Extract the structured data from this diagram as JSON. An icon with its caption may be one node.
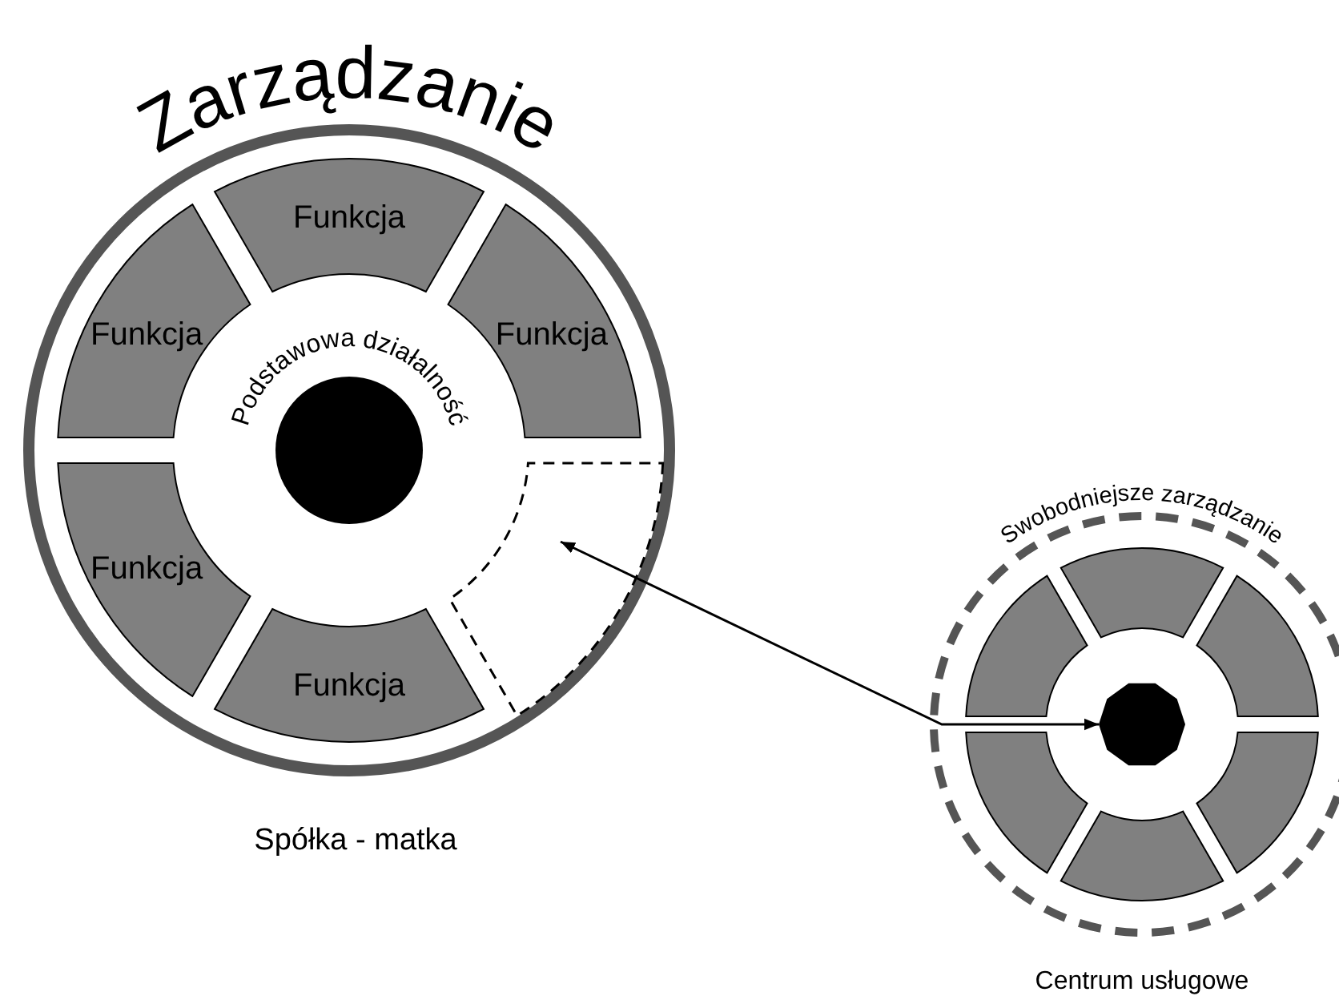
{
  "diagram": {
    "nodes": [
      {
        "text": [
          "Zarządzanie"
        ],
        "beside": [
          "Spółka - matka"
        ]
      },
      {
        "text": [
          "Podstawowa działalność"
        ],
        "in": 0
      },
      {
        "text": [
          "Funkcja"
        ],
        "in": 0
      },
      {
        "text": [
          "Funkcja"
        ],
        "in": 0
      },
      {
        "text": [
          "Funkcja"
        ],
        "in": 0
      },
      {
        "text": [],
        "shape": "sector",
        "in": 0
      },
      {
        "text": [
          "Funkcja"
        ],
        "in": 0
      },
      {
        "text": [
          "Funkcja"
        ],
        "in": 0
      },
      {
        "text": [
          "Swobodniejsze zarządzanie"
        ],
        "beside": [
          "Centrum usługowe"
        ]
      },
      {
        "text": [],
        "shape": "sector",
        "in": 8
      },
      {
        "text": [],
        "shape": "sector",
        "in": 8
      },
      {
        "text": [],
        "shape": "sector",
        "in": 8
      },
      {
        "text": [],
        "shape": "circle",
        "in": 8
      },
      {
        "text": [],
        "shape": "sector",
        "in": 8
      },
      {
        "text": [],
        "shape": "sector",
        "in": 8
      },
      {
        "text": [],
        "shape": "sector",
        "in": 8
      }
    ],
    "edges": [
      {
        "from": 5,
        "to": 12,
        "arrow": "both"
      }
    ]
  }
}
